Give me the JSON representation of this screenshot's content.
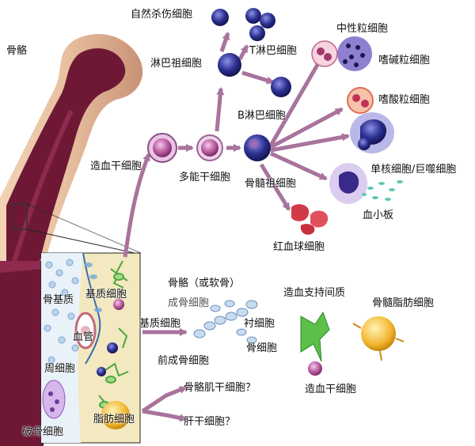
{
  "labels": {
    "bone": "骨骼",
    "nk_cell": "自然杀伤细胞",
    "t_cell": "T淋巴细胞",
    "lymphoid_progenitor": "淋巴祖细胞",
    "b_cell": "B淋巴细胞",
    "neutrophil": "中性粒细胞",
    "basophil": "嗜碱粒细胞",
    "eosinophil": "嗜酸粒细胞",
    "hsc": "造血干细胞",
    "multipotent": "多能干细胞",
    "myeloid_progenitor": "骨髓祖细胞",
    "monocyte_macrophage": "单核细胞/巨噬细胞",
    "platelet": "血小板",
    "erythrocyte": "红血球细胞",
    "bone_matrix": "骨基质",
    "stromal_cell_inset": "基质细胞",
    "blood_vessel": "血管",
    "pericyte": "周细胞",
    "osteoclast": "破骨细胞",
    "adipocyte_inset": "脂肪细胞",
    "bone_or_cartilage": "骨骼（或软骨）",
    "osteoblast": "成骨细胞",
    "stromal_cell": "基质细胞",
    "lining_cell": "衬细胞",
    "osteocyte": "骨细胞",
    "pre_osteoblast": "前成骨细胞",
    "hematopoietic_stroma": "造血支持间质",
    "marrow_adipocyte": "骨髓脂肪细胞",
    "hsc_stroma": "造血干细胞",
    "muscle_stem": "骨骼肌干细胞？",
    "liver_stem": "肝干细胞？"
  },
  "colors": {
    "arrow": "#a8739c",
    "bone_dark": "#6e1836",
    "marrow_bg": "#f3e8bf",
    "stroma_green": "#4aa83e",
    "lymph_blue": "#2b2f8f",
    "rbc_red": "#d23a4a",
    "adipocyte": "#f3b632"
  }
}
